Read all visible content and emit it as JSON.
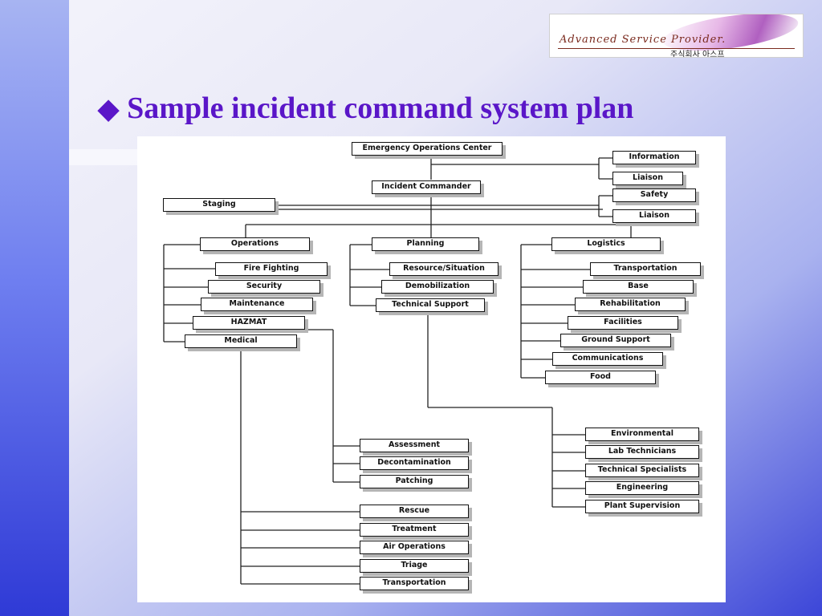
{
  "slide": {
    "title_marker": "◆",
    "title": "Sample incident command system plan"
  },
  "logo": {
    "script_text": "Advanced Service Provider.",
    "korean_text": "주식회사 아스프"
  },
  "org_chart": {
    "nodes": {
      "eoc": "Emergency Operations Center",
      "information": "Information",
      "liaison_top": "Liaison",
      "incident_commander": "Incident Commander",
      "staging": "Staging",
      "safety": "Safety",
      "liaison": "Liaison",
      "operations": "Operations",
      "planning": "Planning",
      "logistics": "Logistics",
      "fire_fighting": "Fire Fighting",
      "security": "Security",
      "maintenance": "Maintenance",
      "hazmat": "HAZMAT",
      "medical": "Medical",
      "resource_situation": "Resource/Situation",
      "demobilization": "Demobilization",
      "technical_support": "Technical Support",
      "transportation": "Transportation",
      "base": "Base",
      "rehabilitation": "Rehabilitation",
      "facilities": "Facilities",
      "ground_support": "Ground Support",
      "communications": "Communications",
      "food": "Food",
      "environmental": "Environmental",
      "lab_technicians": "Lab Technicians",
      "technical_specialists": "Technical Specialists",
      "engineering": "Engineering",
      "plant_supervision": "Plant Supervision",
      "assessment": "Assessment",
      "decontamination": "Decontamination",
      "patching": "Patching",
      "rescue": "Rescue",
      "treatment": "Treatment",
      "air_operations": "Air Operations",
      "triage": "Triage",
      "med_transportation": "Transportation"
    }
  }
}
